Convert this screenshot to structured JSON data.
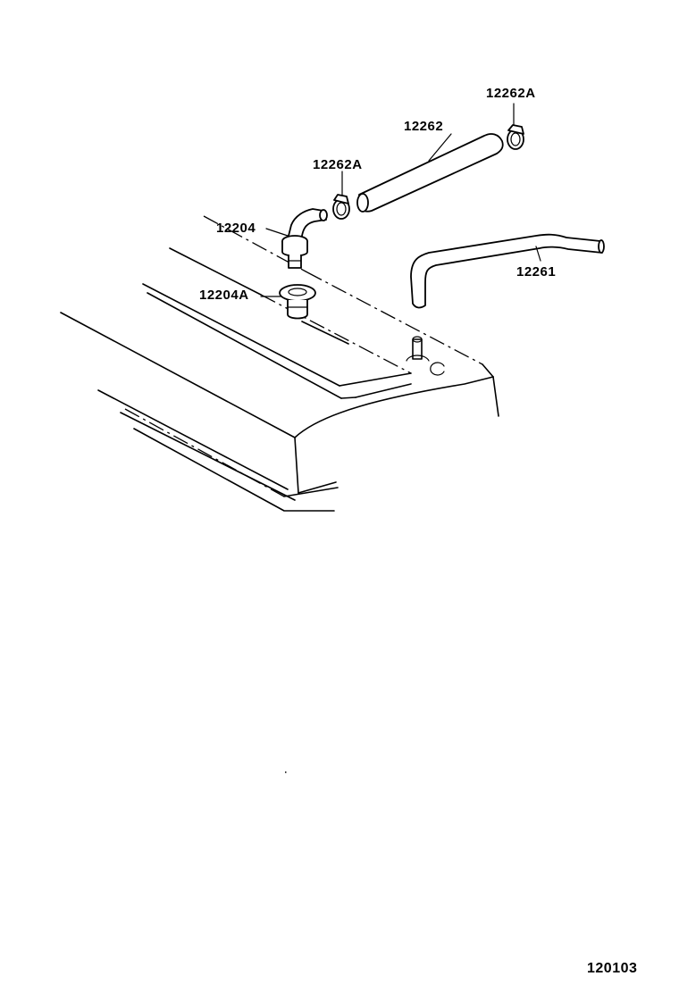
{
  "labels": {
    "hose_upper": "12262",
    "clamp_right": "12262A",
    "clamp_left": "12262A",
    "pcv_valve": "12204",
    "grommet": "12204A",
    "hose_lower": "12261"
  },
  "figure_number": "120103"
}
